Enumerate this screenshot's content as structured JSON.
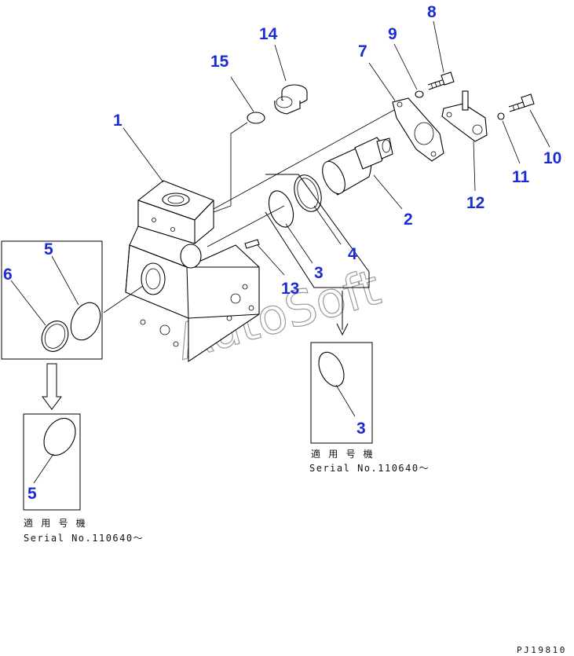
{
  "callouts": [
    {
      "id": "1",
      "label": "1"
    },
    {
      "id": "2",
      "label": "2"
    },
    {
      "id": "3",
      "label": "3"
    },
    {
      "id": "4",
      "label": "4"
    },
    {
      "id": "5",
      "label": "5"
    },
    {
      "id": "6",
      "label": "6"
    },
    {
      "id": "7",
      "label": "7"
    },
    {
      "id": "8",
      "label": "8"
    },
    {
      "id": "9",
      "label": "9"
    },
    {
      "id": "10",
      "label": "10"
    },
    {
      "id": "11",
      "label": "11"
    },
    {
      "id": "12",
      "label": "12"
    },
    {
      "id": "13",
      "label": "13"
    },
    {
      "id": "14",
      "label": "14"
    },
    {
      "id": "15",
      "label": "15"
    },
    {
      "id": "3b",
      "label": "3"
    },
    {
      "id": "5b",
      "label": "5"
    }
  ],
  "notes": {
    "applicable_models": "適 用 号 機",
    "serial_right": "Serial No.110640～",
    "serial_left": "Serial No.110640～"
  },
  "watermark": "AutoSoft",
  "doc_id": "PJ19810",
  "colors": {
    "callout": "#1a2bd6",
    "line": "#000000",
    "watermark": "#9a9a9a"
  }
}
